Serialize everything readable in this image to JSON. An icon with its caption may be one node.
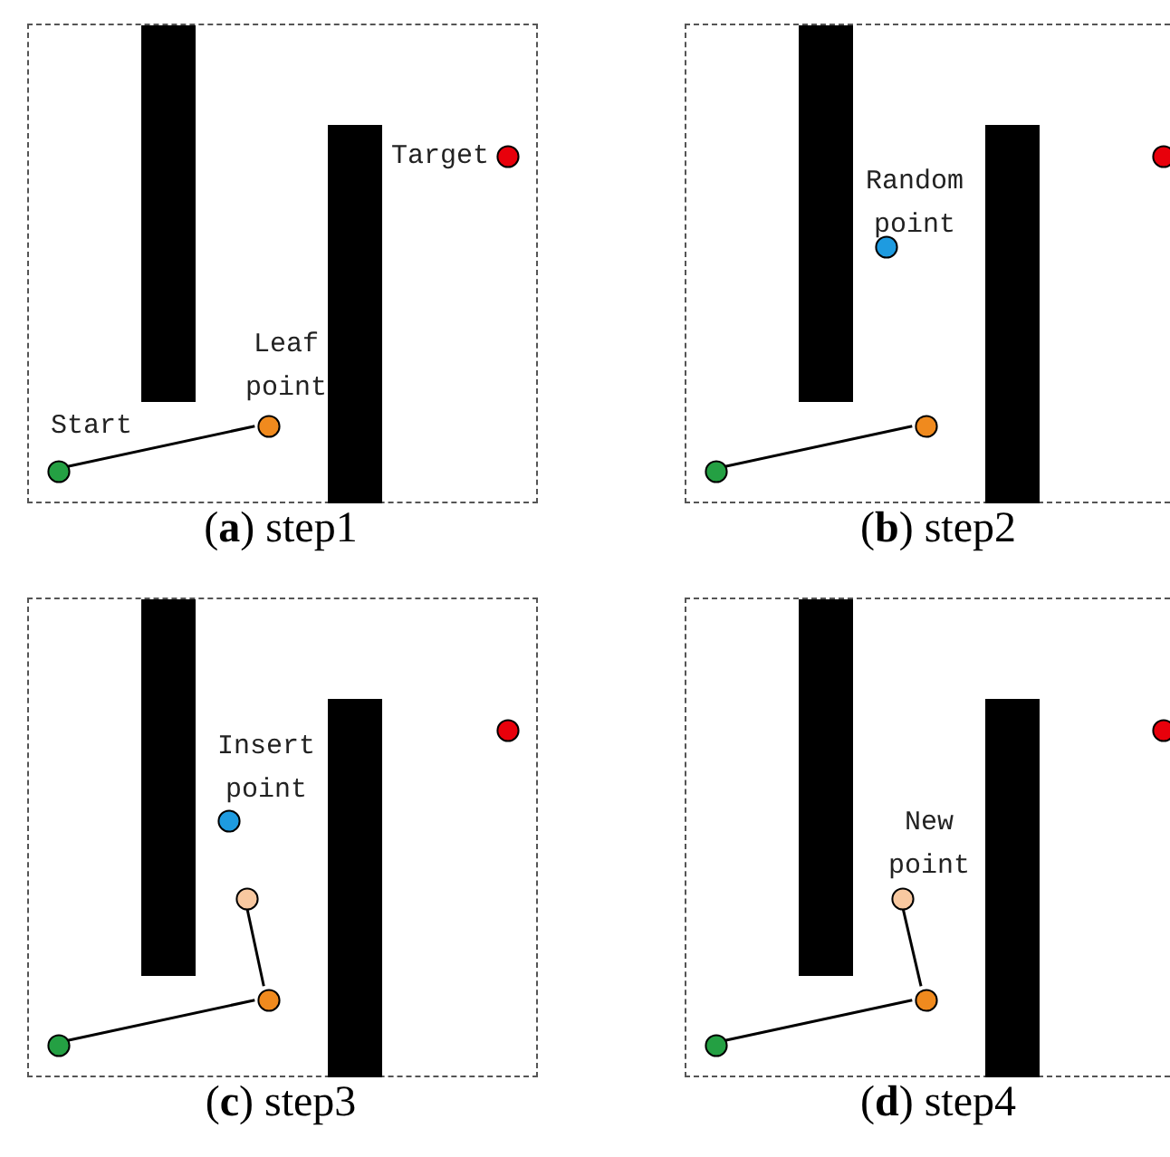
{
  "diagram": {
    "nodes": [
      {
        "text": [],
        "shape": "box",
        "beside": [
          "(**a**) step1"
        ]
      },
      {
        "text": [],
        "shape": "circle",
        "in": 0,
        "beside": [
          "Start"
        ]
      },
      {
        "text": [],
        "shape": "circle",
        "in": 0,
        "beside": [
          "Leaf point"
        ]
      },
      {
        "text": [],
        "shape": "circle",
        "in": 0,
        "beside": [
          "Target"
        ]
      },
      {
        "text": [],
        "shape": "box",
        "beside": [
          "(**b**) step2"
        ]
      },
      {
        "text": [],
        "shape": "circle",
        "in": 4
      },
      {
        "text": [],
        "shape": "circle",
        "in": 4
      },
      {
        "text": [],
        "shape": "circle",
        "in": 4,
        "beside": [
          "Random point"
        ]
      },
      {
        "text": [],
        "shape": "circle",
        "in": 4
      },
      {
        "text": [],
        "shape": "box",
        "beside": [
          "(**c**) step3"
        ]
      },
      {
        "text": [],
        "shape": "circle",
        "in": 9
      },
      {
        "text": [],
        "shape": "circle",
        "in": 9
      },
      {
        "text": [],
        "shape": "circle",
        "in": 9
      },
      {
        "text": [],
        "shape": "circle",
        "in": 9,
        "beside": [
          "Insert point"
        ]
      },
      {
        "text": [],
        "shape": "circle",
        "in": 9
      },
      {
        "text": [],
        "shape": "box",
        "beside": [
          "(**d**) step4"
        ]
      },
      {
        "text": [],
        "shape": "circle",
        "in": 15
      },
      {
        "text": [],
        "shape": "circle",
        "in": 15
      },
      {
        "text": [],
        "shape": "circle",
        "in": 15,
        "beside": [
          "New point"
        ]
      },
      {
        "text": [],
        "shape": "circle",
        "in": 15
      },
      {
        "text": [],
        "shape": "bar",
        "in": 0
      },
      {
        "text": [],
        "shape": "bar",
        "in": 0
      },
      {
        "text": [],
        "shape": "bar",
        "in": 4
      },
      {
        "text": [],
        "shape": "bar",
        "in": 4
      },
      {
        "text": [],
        "shape": "bar",
        "in": 9
      },
      {
        "text": [],
        "shape": "bar",
        "in": 9
      },
      {
        "text": [],
        "shape": "bar",
        "in": 15
      },
      {
        "text": [],
        "shape": "bar",
        "in": 15
      }
    ],
    "edges": [
      {
        "from": 1,
        "to": 2,
        "arrow": "none"
      },
      {
        "from": 5,
        "to": 6,
        "arrow": "none"
      },
      {
        "from": 10,
        "to": 11,
        "arrow": "none"
      },
      {
        "from": 11,
        "to": 12,
        "arrow": "none"
      },
      {
        "from": 16,
        "to": 17,
        "arrow": "none"
      },
      {
        "from": 17,
        "to": 18,
        "arrow": "none"
      }
    ]
  }
}
